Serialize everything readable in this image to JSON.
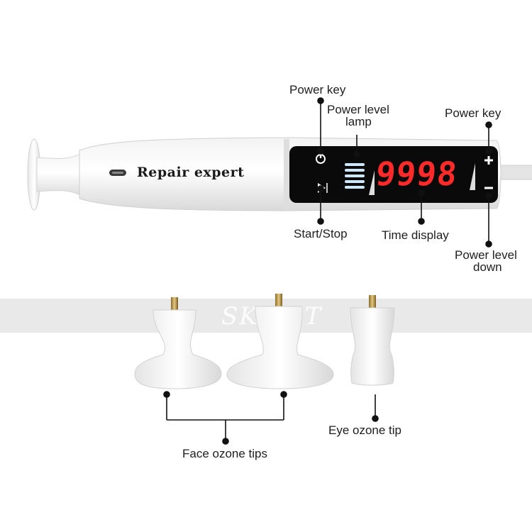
{
  "device": {
    "brand_label": "Repair expert",
    "display_value": "9998"
  },
  "watermark": "SKA ET",
  "callouts": {
    "power_key_top": "Power key",
    "power_level_lamp_line1": "Power level",
    "power_level_lamp_line2": "lamp",
    "power_key_right": "Power key",
    "start_stop": "Start/Stop",
    "time_display": "Time display",
    "power_level_down_line1": "Power level",
    "power_level_down_line2": "down"
  },
  "tips": {
    "face_label": "Face ozone tips",
    "eye_label": "Eye ozone tip"
  },
  "colors": {
    "display_red": "#ff2a2a",
    "lamp_blue": "#cfe6ff",
    "panel_black": "#0a0a0a"
  }
}
